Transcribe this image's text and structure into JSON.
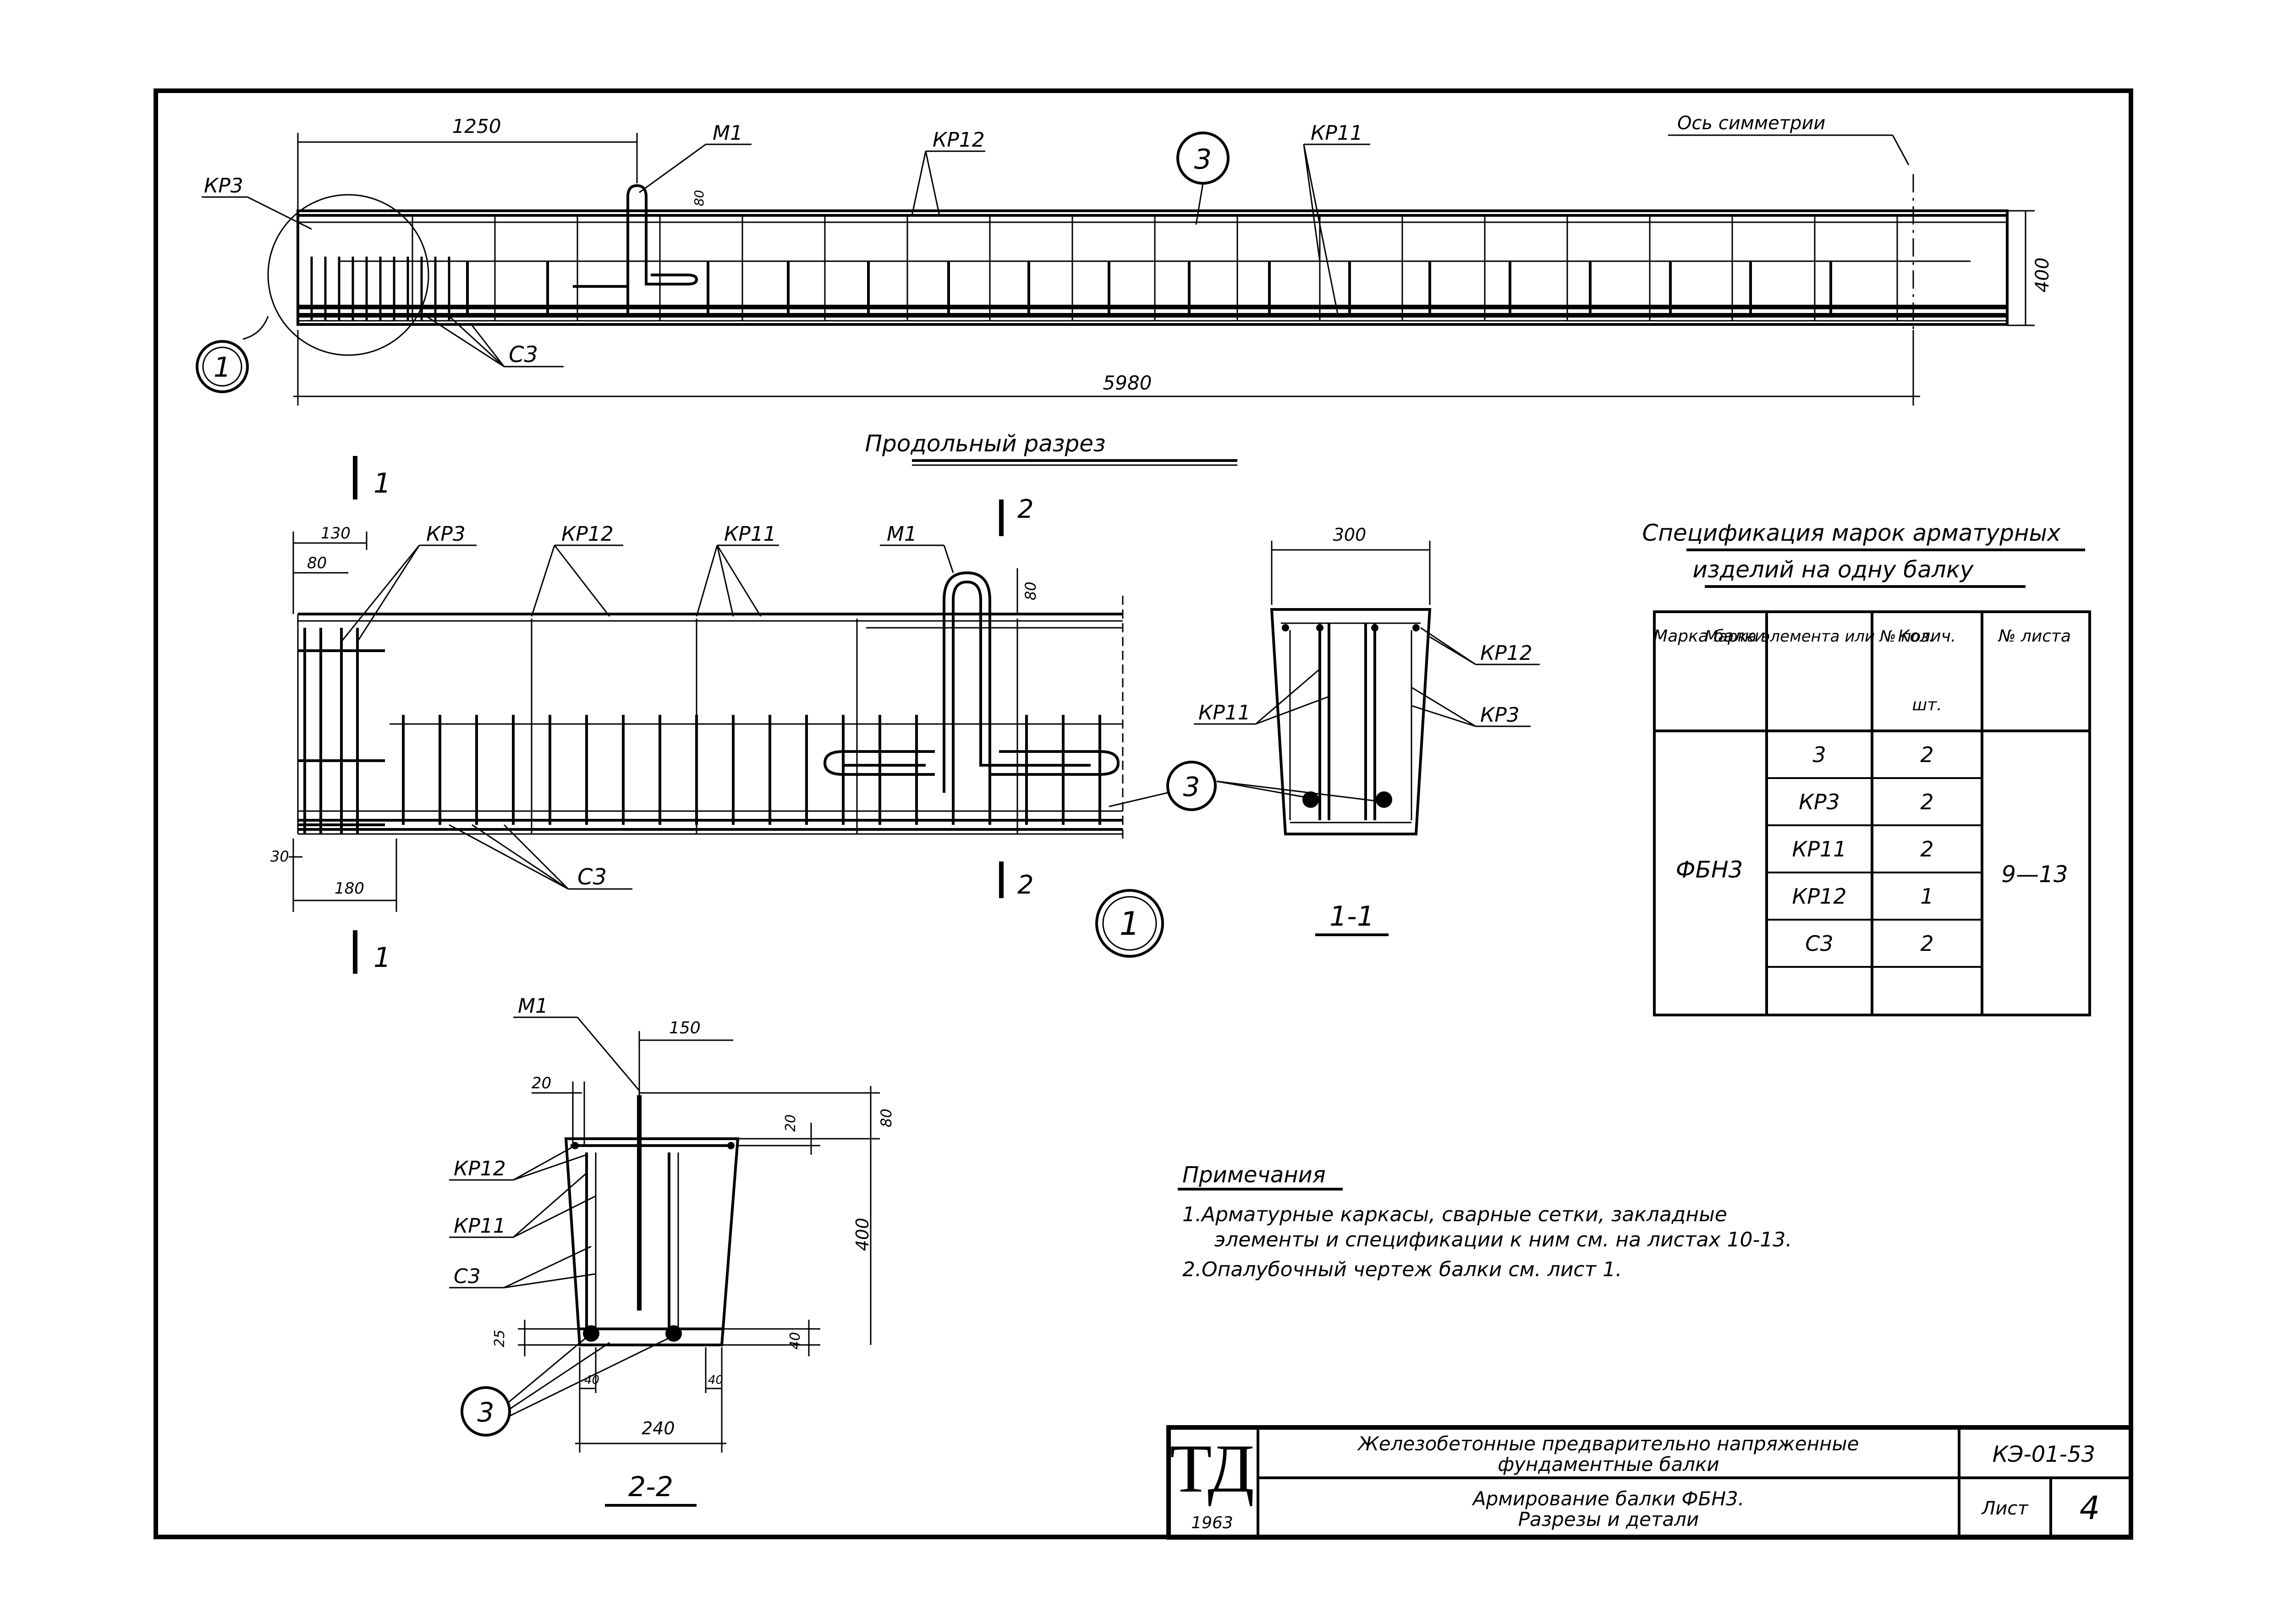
{
  "longitudinal": {
    "title": "Продольный разрез",
    "dim_1250": "1250",
    "dim_5980": "5980",
    "dim_400": "400",
    "dim_80": "80",
    "axis_label": "Ось симметрии",
    "lbl_kp3": "КР3",
    "lbl_m1": "М1",
    "lbl_kp12": "КР12",
    "lbl_kp11": "КР11",
    "lbl_c3": "С3",
    "pos_3": "3",
    "detail_1": "1"
  },
  "detail": {
    "cut1": "1",
    "cut1b": "1",
    "cut2": "2",
    "cut2b": "2",
    "dim_130": "130",
    "dim_80a": "80",
    "dim_80b": "80",
    "dim_30": "30",
    "dim_180": "180",
    "lbl_kp3": "КР3",
    "lbl_kp12": "КР12",
    "lbl_kp11": "КР11",
    "lbl_m1": "М1",
    "lbl_c3": "С3",
    "pos_3": "3",
    "detail_no": "1"
  },
  "section11": {
    "title": "1-1",
    "dim_300": "300",
    "lbl_kp12": "КР12",
    "lbl_kp11": "КР11",
    "lbl_kp3": "КР3",
    "pos_3": "3"
  },
  "section22": {
    "title": "2-2",
    "dim_150": "150",
    "dim_20a": "20",
    "dim_20b": "20",
    "dim_80": "80",
    "dim_400": "400",
    "dim_25": "25",
    "dim_40a": "40",
    "dim_40b": "40",
    "dim_40c": "40",
    "dim_240": "240",
    "lbl_m1": "М1",
    "lbl_kp12": "КР12",
    "lbl_kp11": "КР11",
    "lbl_c3": "С3",
    "pos_3": "3"
  },
  "spec": {
    "title_line1": "Спецификация марок арматурных",
    "title_line2": "изделий на одну балку",
    "headers": [
      "Марка балки",
      "Марка элемента или № поз.",
      "Колич.",
      "№ листа"
    ],
    "header_unit": "шт.",
    "beam_mark": "ФБН3",
    "sheets": "9—13",
    "rows": [
      {
        "element": "3",
        "qty": "2"
      },
      {
        "element": "КР3",
        "qty": "2"
      },
      {
        "element": "КР11",
        "qty": "2"
      },
      {
        "element": "КР12",
        "qty": "1"
      },
      {
        "element": "С3",
        "qty": "2"
      },
      {
        "element": "",
        "qty": ""
      }
    ]
  },
  "notes": {
    "title": "Примечания",
    "line1": "1.Арматурные каркасы, сварные сетки, закладные",
    "line2": "элементы и спецификации к ним см. на листах 10-13.",
    "line3": "2.Опалубочный чертеж балки см. лист 1."
  },
  "title_block": {
    "logo": "ТД",
    "year": "1963",
    "project_line1": "Железобетонные предварительно напряженные",
    "project_line2": "фундаментные балки",
    "sheet_line1": "Армирование балки ФБН3.",
    "sheet_line2": "Разрезы и детали",
    "code": "КЭ-01-53",
    "sheet_label": "Лист",
    "sheet_no": "4"
  }
}
